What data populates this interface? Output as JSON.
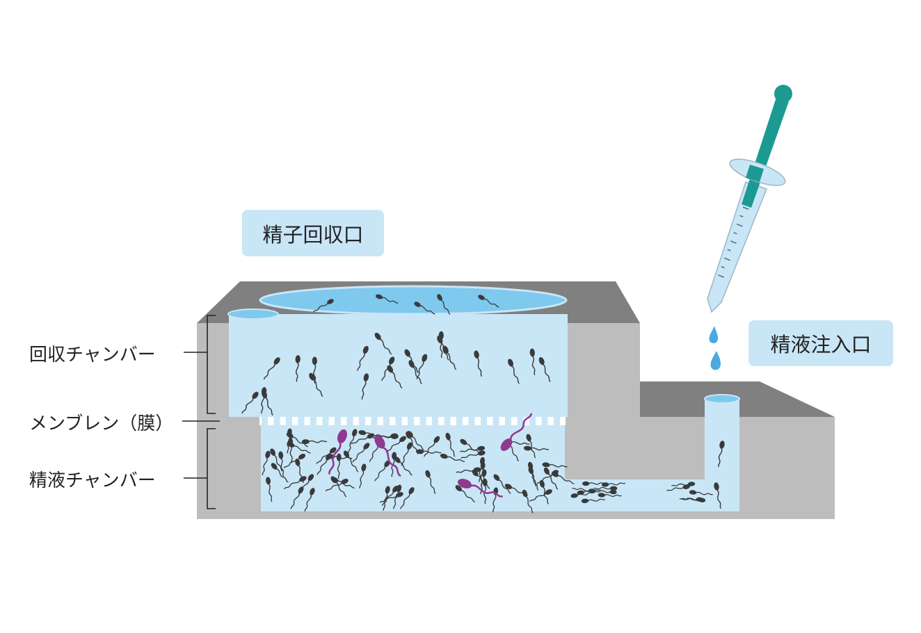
{
  "labels": {
    "collection_port": "精子回収口",
    "injection_port": "精液注入口",
    "collection_chamber": "回収チャンバー",
    "membrane": "メンブレン（膜）",
    "semen_chamber": "精液チャンバー"
  },
  "colors": {
    "housing_light": "#bdbdbd",
    "housing_dark": "#808080",
    "liquid": "#c9e6f7",
    "liquid_surface": "#7fc8ee",
    "sperm": "#3a3a3a",
    "sperm_abnormal": "#8e3a8e",
    "pipette_teal": "#1c9a92"
  }
}
